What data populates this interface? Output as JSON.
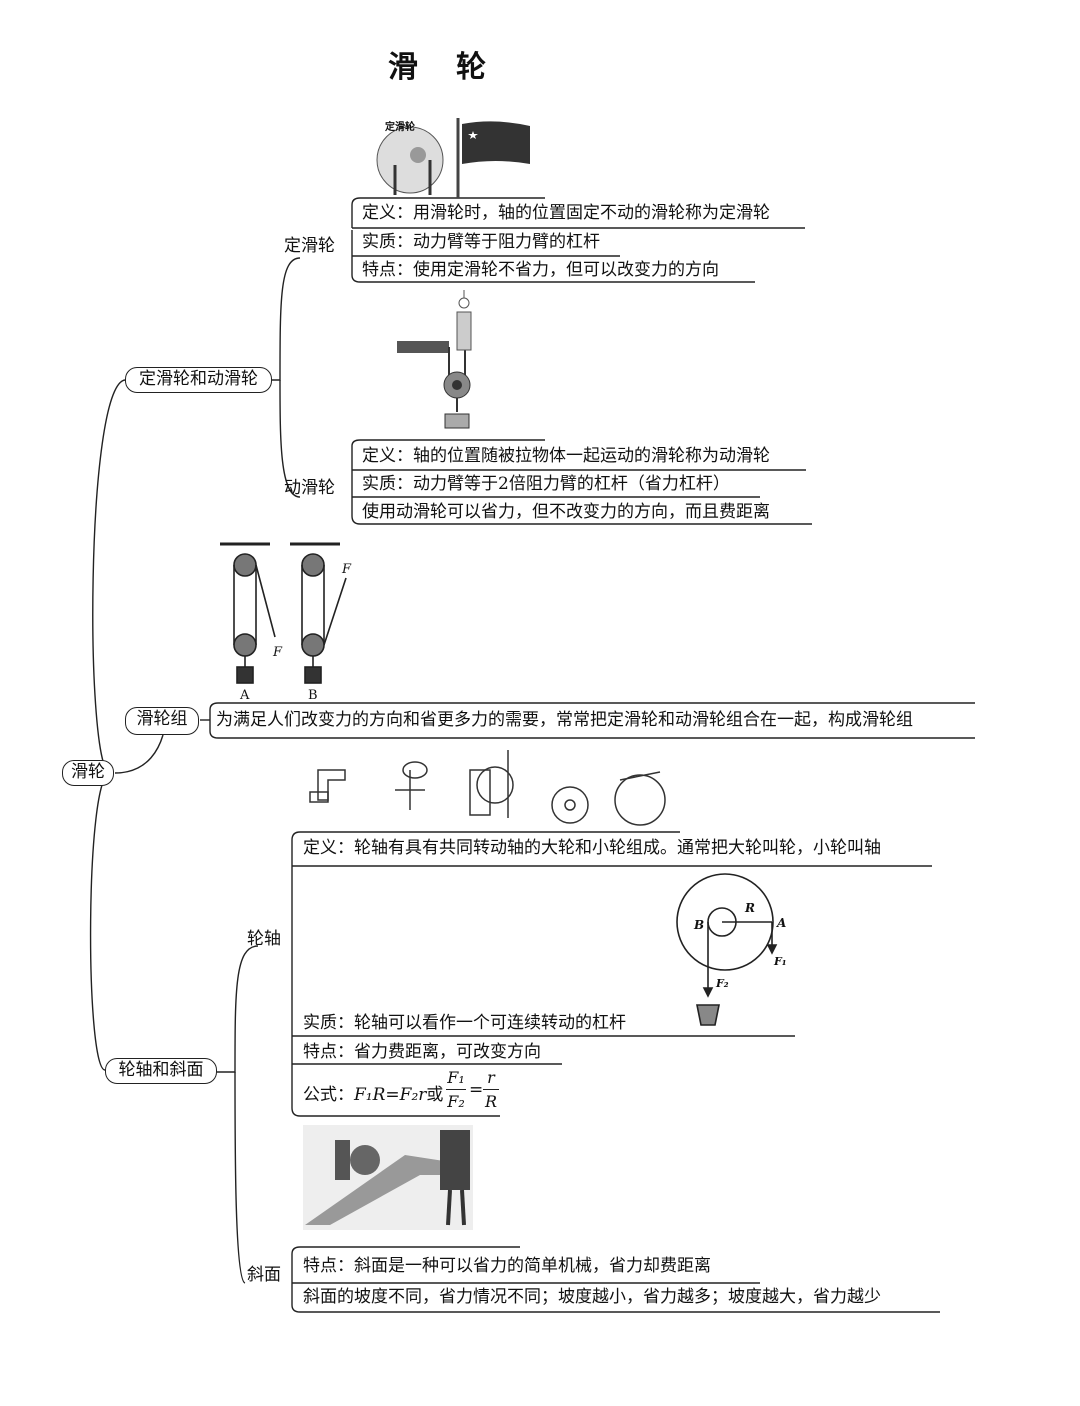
{
  "title": "滑　轮",
  "root": {
    "label": "滑轮"
  },
  "fixed_movable": {
    "label": "定滑轮和动滑轮",
    "fixed": {
      "label": "定滑轮",
      "img_caption": "定滑轮",
      "definition": "定义：用滑轮时，轴的位置固定不动的滑轮称为定滑轮",
      "essence": "实质：动力臂等于阻力臂的杠杆",
      "feature": "特点：使用定滑轮不省力，但可以改变力的方向"
    },
    "movable": {
      "label": "动滑轮",
      "definition": "定义：轴的位置随被拉物体一起运动的滑轮称为动滑轮",
      "essence": "实质：动力臂等于2倍阻力臂的杠杆（省力杠杆）",
      "feature": "使用动滑轮可以省力，但不改变力的方向，而且费距离"
    }
  },
  "pulley_group": {
    "label": "滑轮组",
    "description": "为满足人们改变力的方向和省更多力的需要，常常把定滑轮和动滑轮组合在一起，构成滑轮组",
    "fig_a": "A",
    "fig_b": "B",
    "force_a": "F",
    "force_b": "F"
  },
  "wheel_incline": {
    "label": "轮轴和斜面",
    "wheel_axle": {
      "label": "轮轴",
      "definition": "定义：轮轴有具有共同转动轴的大轮和小轮组成。通常把大轮叫轮，小轮叫轴",
      "essence": "实质：轮轴可以看作一个可连续转动的杠杆",
      "feature": "特点：省力费距离，可改变方向",
      "formula_prefix": "公式：",
      "formula_main": "F₁R=F₂r",
      "formula_or": "或",
      "frac_top": "F₁",
      "frac_bottom": "F₂",
      "frac2_top": "r",
      "frac2_bottom": "R",
      "diagram_labels": {
        "b": "B",
        "r": "R",
        "a": "A",
        "f1": "F₁",
        "f2": "F₂"
      }
    },
    "incline": {
      "label": "斜面",
      "feature": "特点：斜面是一种可以省力的简单机械，省力却费距离",
      "slope": "斜面的坡度不同，省力情况不同；坡度越小，省力越多；坡度越大，省力越少"
    }
  }
}
